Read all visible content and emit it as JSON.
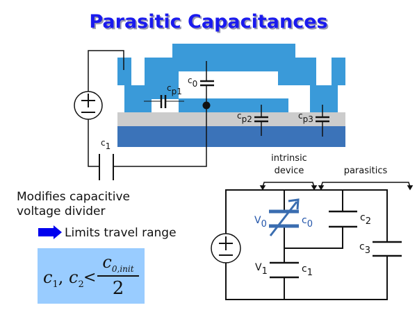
{
  "title": "Parasitic Capacitances",
  "device_diagram": {
    "labels": {
      "cp1_base": "c",
      "cp1_sub": "p1",
      "c0_base": "c",
      "c0_sub": "0",
      "cp2_base": "c",
      "cp2_sub": "p2",
      "cp3_base": "c",
      "cp3_sub": "p3",
      "c1_base": "c",
      "c1_sub": "1"
    },
    "source_plus": "+",
    "source_minus": "−"
  },
  "circuit_diagram": {
    "intrinsic_label_line1": "intrinsic",
    "intrinsic_label_line2": "device",
    "parasitics_label": "parasitics",
    "v0_base": "V",
    "v0_sub": "0",
    "c0_base": "c",
    "c0_sub": "0",
    "v1_base": "V",
    "v1_sub": "1",
    "c1_base": "c",
    "c1_sub": "1",
    "c2_base": "c",
    "c2_sub": "2",
    "c3_base": "c",
    "c3_sub": "3",
    "source_plus": "+",
    "source_minus": "−"
  },
  "notes": {
    "line1": "Modifies capacitive",
    "line2": "voltage divider",
    "arrow_icon": "right-arrow-icon",
    "line3": "Limits travel range"
  },
  "formula": {
    "lhs_c1": "c",
    "lhs_c1_sub": "1",
    "comma": ", ",
    "lhs_c2": "c",
    "lhs_c2_sub": "2",
    "relation": "<",
    "numerator": "c",
    "numerator_sub": "0,init",
    "denominator": "2"
  },
  "colors": {
    "title": "#1a1aee",
    "structure_blue": "#3a9ad9",
    "substrate_blue": "#3b73b9",
    "insulator_gray": "#cccccc",
    "variable_cap_blue": "#3a6db0",
    "formula_bg": "#99ccff",
    "arrow_blue": "#0000ee"
  }
}
